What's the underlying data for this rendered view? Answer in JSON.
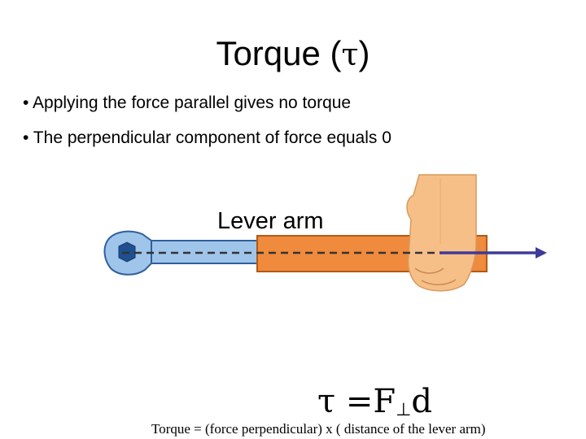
{
  "slide": {
    "title_text": "Torque (",
    "title_symbol": "τ",
    "title_close": ")",
    "bullets": [
      "• Applying the force parallel gives no torque",
      "• The perpendicular component of force equals 0"
    ],
    "lever_label": "Lever arm",
    "formula": {
      "lhs": "τ",
      "equals": "=",
      "force": "F",
      "perp_symbol": "⊥",
      "distance": "d"
    },
    "caption": "Torque = (force perpendicular) x ( distance of the lever arm)"
  },
  "colors": {
    "wrench": "#9fc5ea",
    "wrench_outline": "#2f5f9e",
    "lever_bar": "#f08a3c",
    "lever_bar_outline": "#b05a17",
    "hand": "#f7bf88",
    "arrow": "#3e3a9a"
  }
}
